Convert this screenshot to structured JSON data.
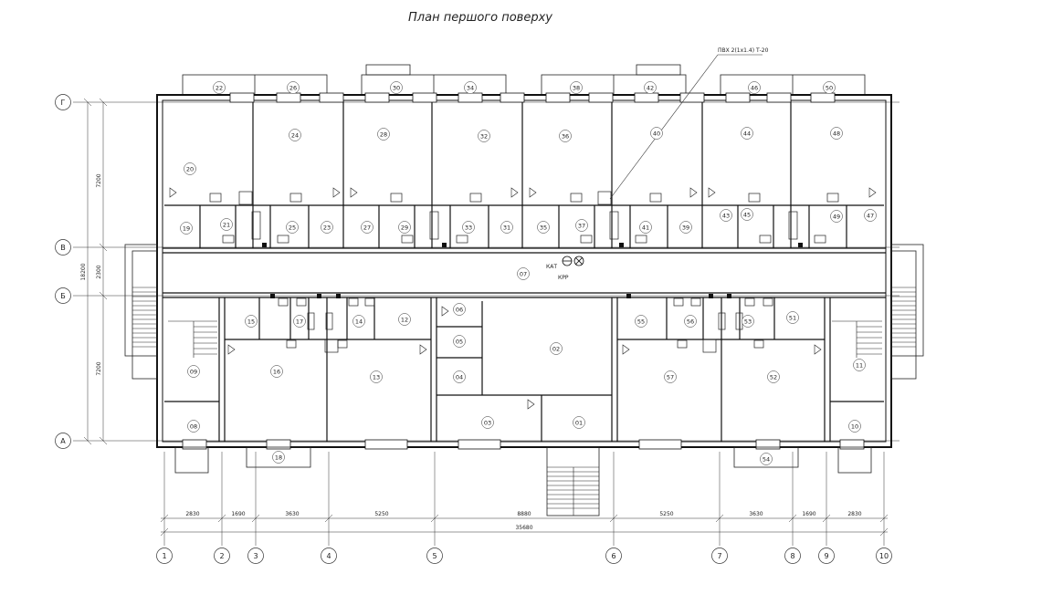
{
  "title": "План першого поверху",
  "callout": "ПВХ 2(1x1.4) Т-20",
  "equipment": {
    "kat": "КАТ",
    "krp": "КРР"
  },
  "axes_letters": [
    "Г",
    "В",
    "Б",
    "А"
  ],
  "axes_numbers": [
    "1",
    "2",
    "3",
    "4",
    "5",
    "6",
    "7",
    "8",
    "9",
    "10"
  ],
  "dims_left": [
    "7200",
    "2300",
    "18200",
    "7200"
  ],
  "dims_bottom": [
    "2830",
    "1690",
    "3630",
    "5250",
    "8880",
    "5250",
    "3630",
    "1690",
    "2830"
  ],
  "dim_total": "35680",
  "rooms": {
    "r22": "22",
    "r26": "26",
    "r30": "30",
    "r34": "34",
    "r38": "38",
    "r42": "42",
    "r46": "46",
    "r50": "50",
    "r20": "20",
    "r24": "24",
    "r28": "28",
    "r32": "32",
    "r36": "36",
    "r40": "40",
    "r44": "44",
    "r48": "48",
    "r19": "19",
    "r21": "21",
    "r25": "25",
    "r23": "23",
    "r27": "27",
    "r29": "29",
    "r33": "33",
    "r31": "31",
    "r35": "35",
    "r37": "37",
    "r41": "41",
    "r39": "39",
    "r43": "43",
    "r45": "45",
    "r49": "49",
    "r47": "47",
    "r07": "07",
    "r15": "15",
    "r17": "17",
    "r14": "14",
    "r12": "12",
    "r06": "06",
    "r05": "05",
    "r04": "04",
    "r02": "02",
    "r55": "55",
    "r56": "56",
    "r53": "53",
    "r51": "51",
    "r09": "09",
    "r16": "16",
    "r13": "13",
    "r57": "57",
    "r52": "52",
    "r11": "11",
    "r08": "08",
    "r03": "03",
    "r01": "01",
    "r10": "10",
    "r18": "18",
    "r54": "54"
  }
}
